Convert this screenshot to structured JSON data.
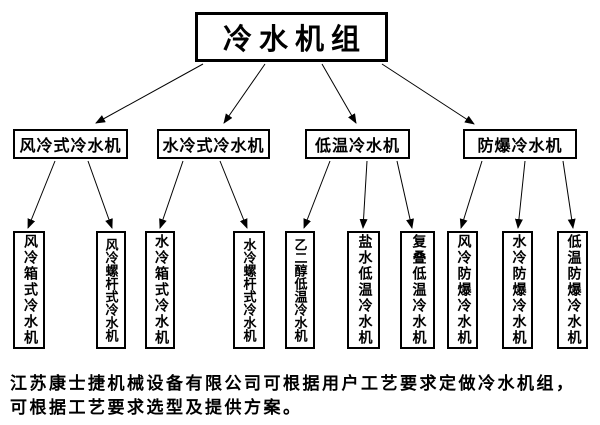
{
  "nodes": {
    "root": {
      "label": "冷水机组"
    },
    "level2": [
      {
        "label": "风冷式冷水机"
      },
      {
        "label": "水冷式冷水机"
      },
      {
        "label": "低温冷水机"
      },
      {
        "label": "防爆冷水机"
      }
    ],
    "level3": [
      {
        "label": "风冷箱式冷水机"
      },
      {
        "label": "风冷螺杆式冷水机"
      },
      {
        "label": "水冷箱式冷水机"
      },
      {
        "label": "水冷螺杆式冷水机"
      },
      {
        "label": "乙二醇低温冷水机"
      },
      {
        "label": "盐水低温冷水机"
      },
      {
        "label": "复叠低温冷水机"
      },
      {
        "label": "风冷防爆冷水机"
      },
      {
        "label": "水冷防爆冷水机"
      },
      {
        "label": "低温防爆冷水机"
      }
    ]
  },
  "footer": {
    "line1": "江苏康士捷机械设备有限公司可根据用户工艺要求定做冷水机组，",
    "line2": "可根据工艺要求选型及提供方案。"
  },
  "colors": {
    "background": "#ffffff",
    "border": "#000000",
    "text": "#000000",
    "arrow": "#000000"
  }
}
